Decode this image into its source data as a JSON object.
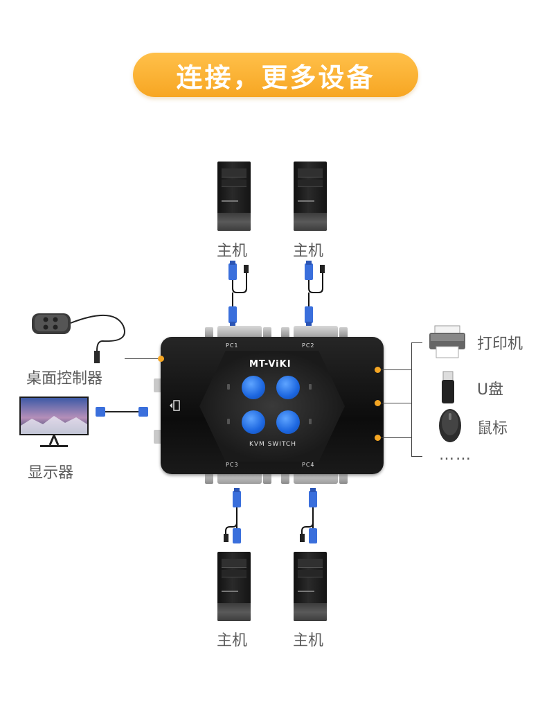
{
  "header": {
    "title": "连接，更多设备"
  },
  "pc_label": "主机",
  "kvm": {
    "brand": "MT-ViKI",
    "model": "KVM SWITCH",
    "ports": [
      "PC1",
      "PC2",
      "PC3",
      "PC4"
    ]
  },
  "left_devices": {
    "controller": "桌面控制器",
    "monitor": "显示器"
  },
  "right_devices": {
    "printer": "打印机",
    "usb_drive": "U盘",
    "mouse": "鼠标",
    "more": "……"
  },
  "colors": {
    "accent": "#f5a623",
    "button_blue": "#2f7cf0",
    "device_black": "#151515"
  }
}
